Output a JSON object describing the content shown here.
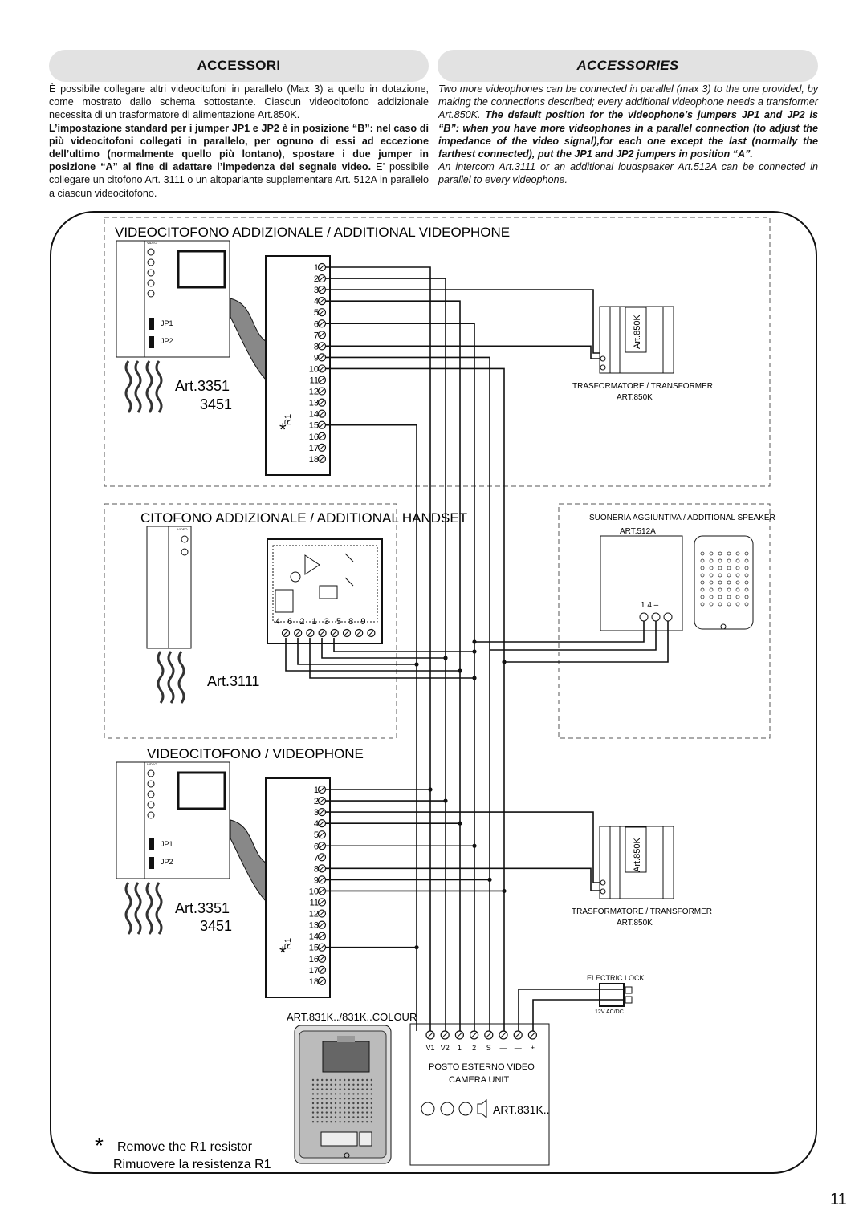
{
  "header": {
    "title_it": "ACCESSORI",
    "title_en": "ACCESSORIES"
  },
  "text_it": {
    "p1": "È possibile collegare altri videocitofoni in parallelo (Max 3) a quello in dotazione, come mostrato dallo schema sottostante. Ciascun videocitofono addizionale necessita di un trasformatore di alimentazione Art.850K.",
    "p2_bold": "L’impostazione standard per i jumper JP1 e JP2 è in posizione “B”: nel caso di più videocitofoni collegati in parallelo, per ognuno di essi ad eccezione dell’ultimo (normalmente quello più lontano), spostare i due jumper in posizione “A” al fine di adattare l’impedenza del segnale video.",
    "p2_rest": " E’ possibile collegare un citofono Art. 3111 o un altoparlante supplementare Art. 512A in parallelo a ciascun videocitofono."
  },
  "text_en": {
    "p1": "Two more videophones can be connected in parallel (max 3) to the one provided, by making the connections described; every additional videophone needs a transformer Art.850K.",
    "p1_bold": " The default position for the videophone’s jumpers JP1 and JP2 is “B”: when you have more videophones in a parallel connection (to adjust the impedance of the video signal),for each one except the last (normally the farthest connected), put the JP1 and JP2 jumpers in position “A”.",
    "p2": "An intercom Art.3111 or an additional loudspeaker Art.512A can be connected in parallel to every videophone."
  },
  "diagram": {
    "section_videophone_add": "VIDEOCITOFONO ADDIZIONALE / ADDITIONAL VIDEOPHONE",
    "section_handset_add": "CITOFONO ADDIZIONALE / ADDITIONAL HANDSET",
    "section_videophone": "VIDEOCITOFONO / VIDEOPHONE",
    "art_3351": "Art.3351",
    "art_3451": "3451",
    "art_3111": "Art.3111",
    "jp1": "JP1",
    "jp2": "JP2",
    "r1": "R1",
    "video": "VIDEO",
    "terminals": [
      "1",
      "2",
      "3",
      "4",
      "5",
      "6",
      "7",
      "8",
      "9",
      "10",
      "11",
      "12",
      "13",
      "14",
      "15",
      "16",
      "17",
      "18"
    ],
    "transformer_label": "TRASFORMATORE / TRANSFORMER",
    "transformer_art": "ART.850K",
    "transformer_box": "Art.850K",
    "speaker_label": "SUONERIA AGGIUNTIVA /  ADDITIONAL SPEAKER",
    "speaker_art": "ART.512A",
    "speaker_terms": "1  4  –",
    "handset_terms": [
      "4",
      "6",
      "2",
      "1",
      "3",
      "5",
      "8",
      "9"
    ],
    "electric_lock": "ELECTRIC LOCK",
    "lock_supply": "12V AC/DC",
    "camera_model": "ART.831K../831K..COLOUR",
    "camera_terms": [
      "V1",
      "V2",
      "1",
      "2",
      "S",
      "—",
      "—",
      "+"
    ],
    "camera_title_1": "POSTO ESTERNO VIDEO",
    "camera_title_2": "CAMERA UNIT",
    "camera_art": "ART.831K..",
    "note_asterisk": "*",
    "note_en": "Remove the R1 resistor",
    "note_it": "Rimuovere la resistenza R1"
  },
  "page_number": "11"
}
